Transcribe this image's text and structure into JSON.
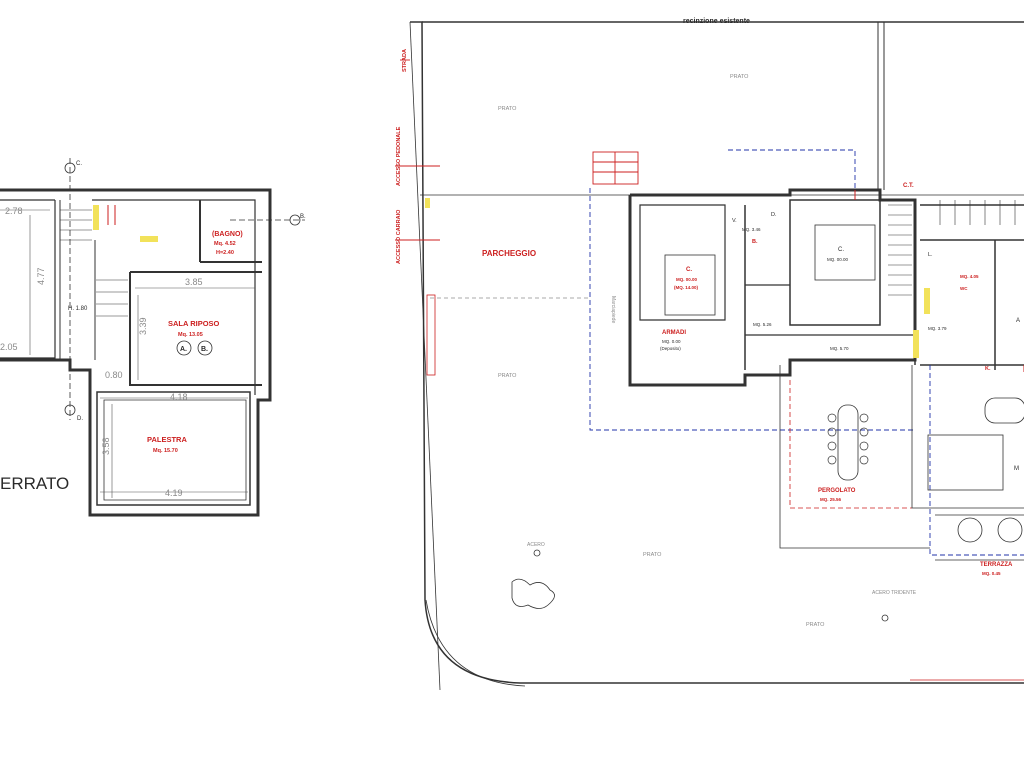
{
  "left_plan": {
    "rooms": {
      "bagno": {
        "name": "(BAGNO)",
        "area": "Mq. 4.52",
        "height": "H=2.40"
      },
      "sala_riposo": {
        "name": "SALA RIPOSO",
        "area": "Mq. 13.05"
      },
      "palestra": {
        "name": "PALESTRA",
        "area": "Mq. 15.70"
      }
    },
    "markers": {
      "a": "A.",
      "b": "B.",
      "c": "C.",
      "d": "D."
    },
    "height_note": "H. 1.80",
    "dimensions": {
      "d_278": "2.78",
      "d_477": "4.77",
      "d_205": "2.05",
      "d_385": "3.85",
      "d_339": "3.39",
      "d_080": "0.80",
      "d_418": "4.18",
      "d_358": "3.58",
      "d_419": "4.19"
    },
    "floor_title": "ERRATO"
  },
  "right_plan": {
    "top_label": "recinzione esistente",
    "side_labels": {
      "accesso_pedonale": "ACCESSO PEDONALE",
      "accesso_carraio": "ACCESSO CARRAIO",
      "strada": "STRADA"
    },
    "parking": "PARCHEGGIO",
    "lawn": "PRATO",
    "marciapiede": "Marciapiede",
    "rooms": {
      "camera_1": {
        "name": "C.",
        "area": "MQ. 00.00",
        "sub": "(MQ. 14.00)"
      },
      "camera_2": {
        "name": "C.",
        "area": "MQ. 00.00"
      },
      "armadi": {
        "name": "ARMADI",
        "area": "MQ. 0.00",
        "sub": "(Deposito)"
      },
      "pergolato": {
        "name": "PERGOLATO",
        "area": "MQ. 25.56"
      },
      "terrazza": {
        "name": "TERRAZZA",
        "area": "MQ. 0.45"
      },
      "wc": {
        "name": "WC",
        "area": "MQ. 4.05"
      }
    },
    "small_labels": {
      "ct": "C.T.",
      "d1": "D.",
      "v1": "V.",
      "b1": "B.",
      "l1": "L.",
      "mq_346": "MQ. 3.46",
      "mq_526": "MQ. 5.26",
      "mq_570": "MQ. 5.70",
      "mq_379": "MQ. 3.79",
      "k": "K.",
      "m": "M",
      "a": "A"
    },
    "trees": {
      "acero": "ACERO",
      "acero_tridente": "ACERO TRIDENTE"
    }
  }
}
